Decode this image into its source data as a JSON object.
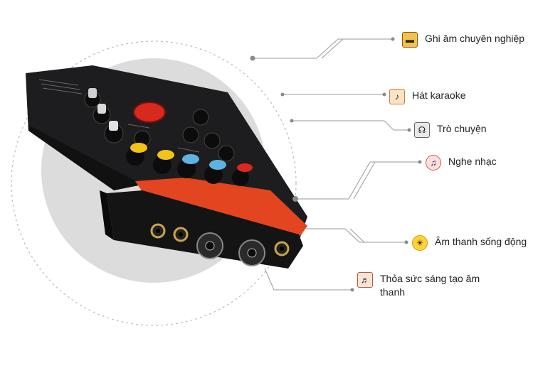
{
  "features": [
    {
      "label": "Ghi âm chuyên nghiệp",
      "icon": "cassette-tape-icon",
      "glyph": "▬"
    },
    {
      "label": "Hát karaoke",
      "icon": "singer-icon",
      "glyph": "♪"
    },
    {
      "label": "Trò chuyện",
      "icon": "headset-chat-icon",
      "glyph": "☊"
    },
    {
      "label": "Nghe nhạc",
      "icon": "music-note-icon",
      "glyph": "♫"
    },
    {
      "label": "Âm thanh sống động",
      "icon": "sun-sound-icon",
      "glyph": "☀"
    },
    {
      "label": "Thỏa sức sáng tạo âm thanh",
      "icon": "dj-icon",
      "glyph": "♬"
    }
  ],
  "colors": {
    "device_body": "#1d1d1f",
    "device_accent": "#e2451f",
    "knob_red": "#d8291f",
    "knob_yellow": "#f2c318",
    "knob_blue": "#5fb3e0",
    "backdrop_circle": "#dcdcdc",
    "dashed_ring": "#bdbdbd",
    "leader_line": "#9a9a9a"
  }
}
